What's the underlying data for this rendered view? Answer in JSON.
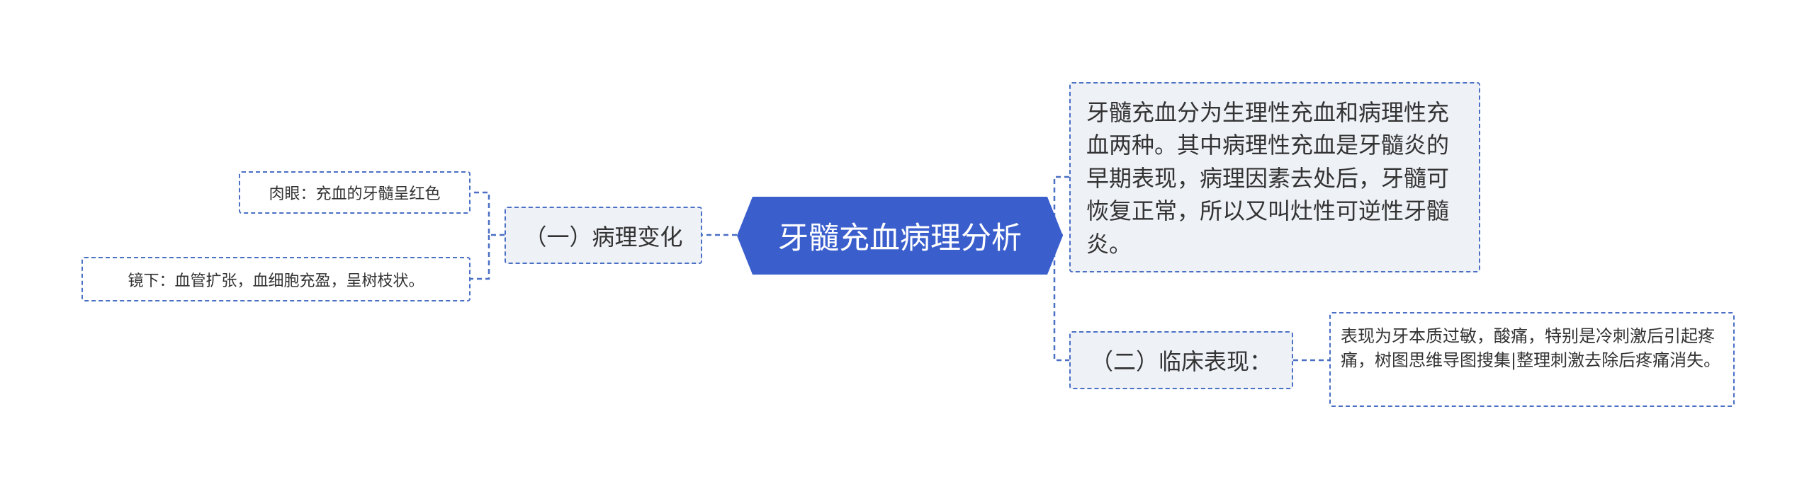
{
  "colors": {
    "root_fill": "#3a5fcd",
    "connector": "#4a6fc4",
    "node_border": "#4a6fc4",
    "filled_node_bg": "#eef1f6",
    "text": "#333333"
  },
  "root": {
    "label": "牙髓充血病理分析"
  },
  "branches": [
    {
      "label": "（一）病理变化",
      "children": [
        {
          "label": "肉眼：充血的牙髓呈红色"
        },
        {
          "label": "镜下：血管扩张，血细胞充盈，呈树枝状。"
        }
      ]
    },
    {
      "label": "牙髓充血分为生理性充血和病理性充血两种。其中病理性充血是牙髓炎的早期表现，病理因素去处后，牙髓可恢复正常，所以又叫灶性可逆性牙髓炎。"
    },
    {
      "label": "（二）临床表现：",
      "children": [
        {
          "label": "表现为牙本质过敏，酸痛，特别是冷刺激后引起疼痛，树图思维导图搜集|整理刺激去除后疼痛消失。"
        }
      ]
    }
  ]
}
